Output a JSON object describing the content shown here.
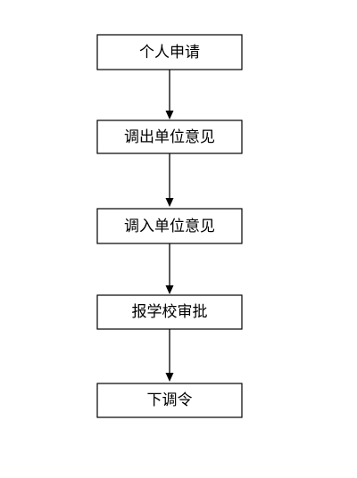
{
  "flowchart": {
    "steps": [
      {
        "label": "个人申请"
      },
      {
        "label": "调出单位意见"
      },
      {
        "label": "调入单位意见"
      },
      {
        "label": "报学校审批"
      },
      {
        "label": "下调令"
      }
    ],
    "edges": [
      {
        "from": 0,
        "to": 1
      },
      {
        "from": 1,
        "to": 2
      },
      {
        "from": 2,
        "to": 3
      },
      {
        "from": 3,
        "to": 4
      }
    ]
  }
}
